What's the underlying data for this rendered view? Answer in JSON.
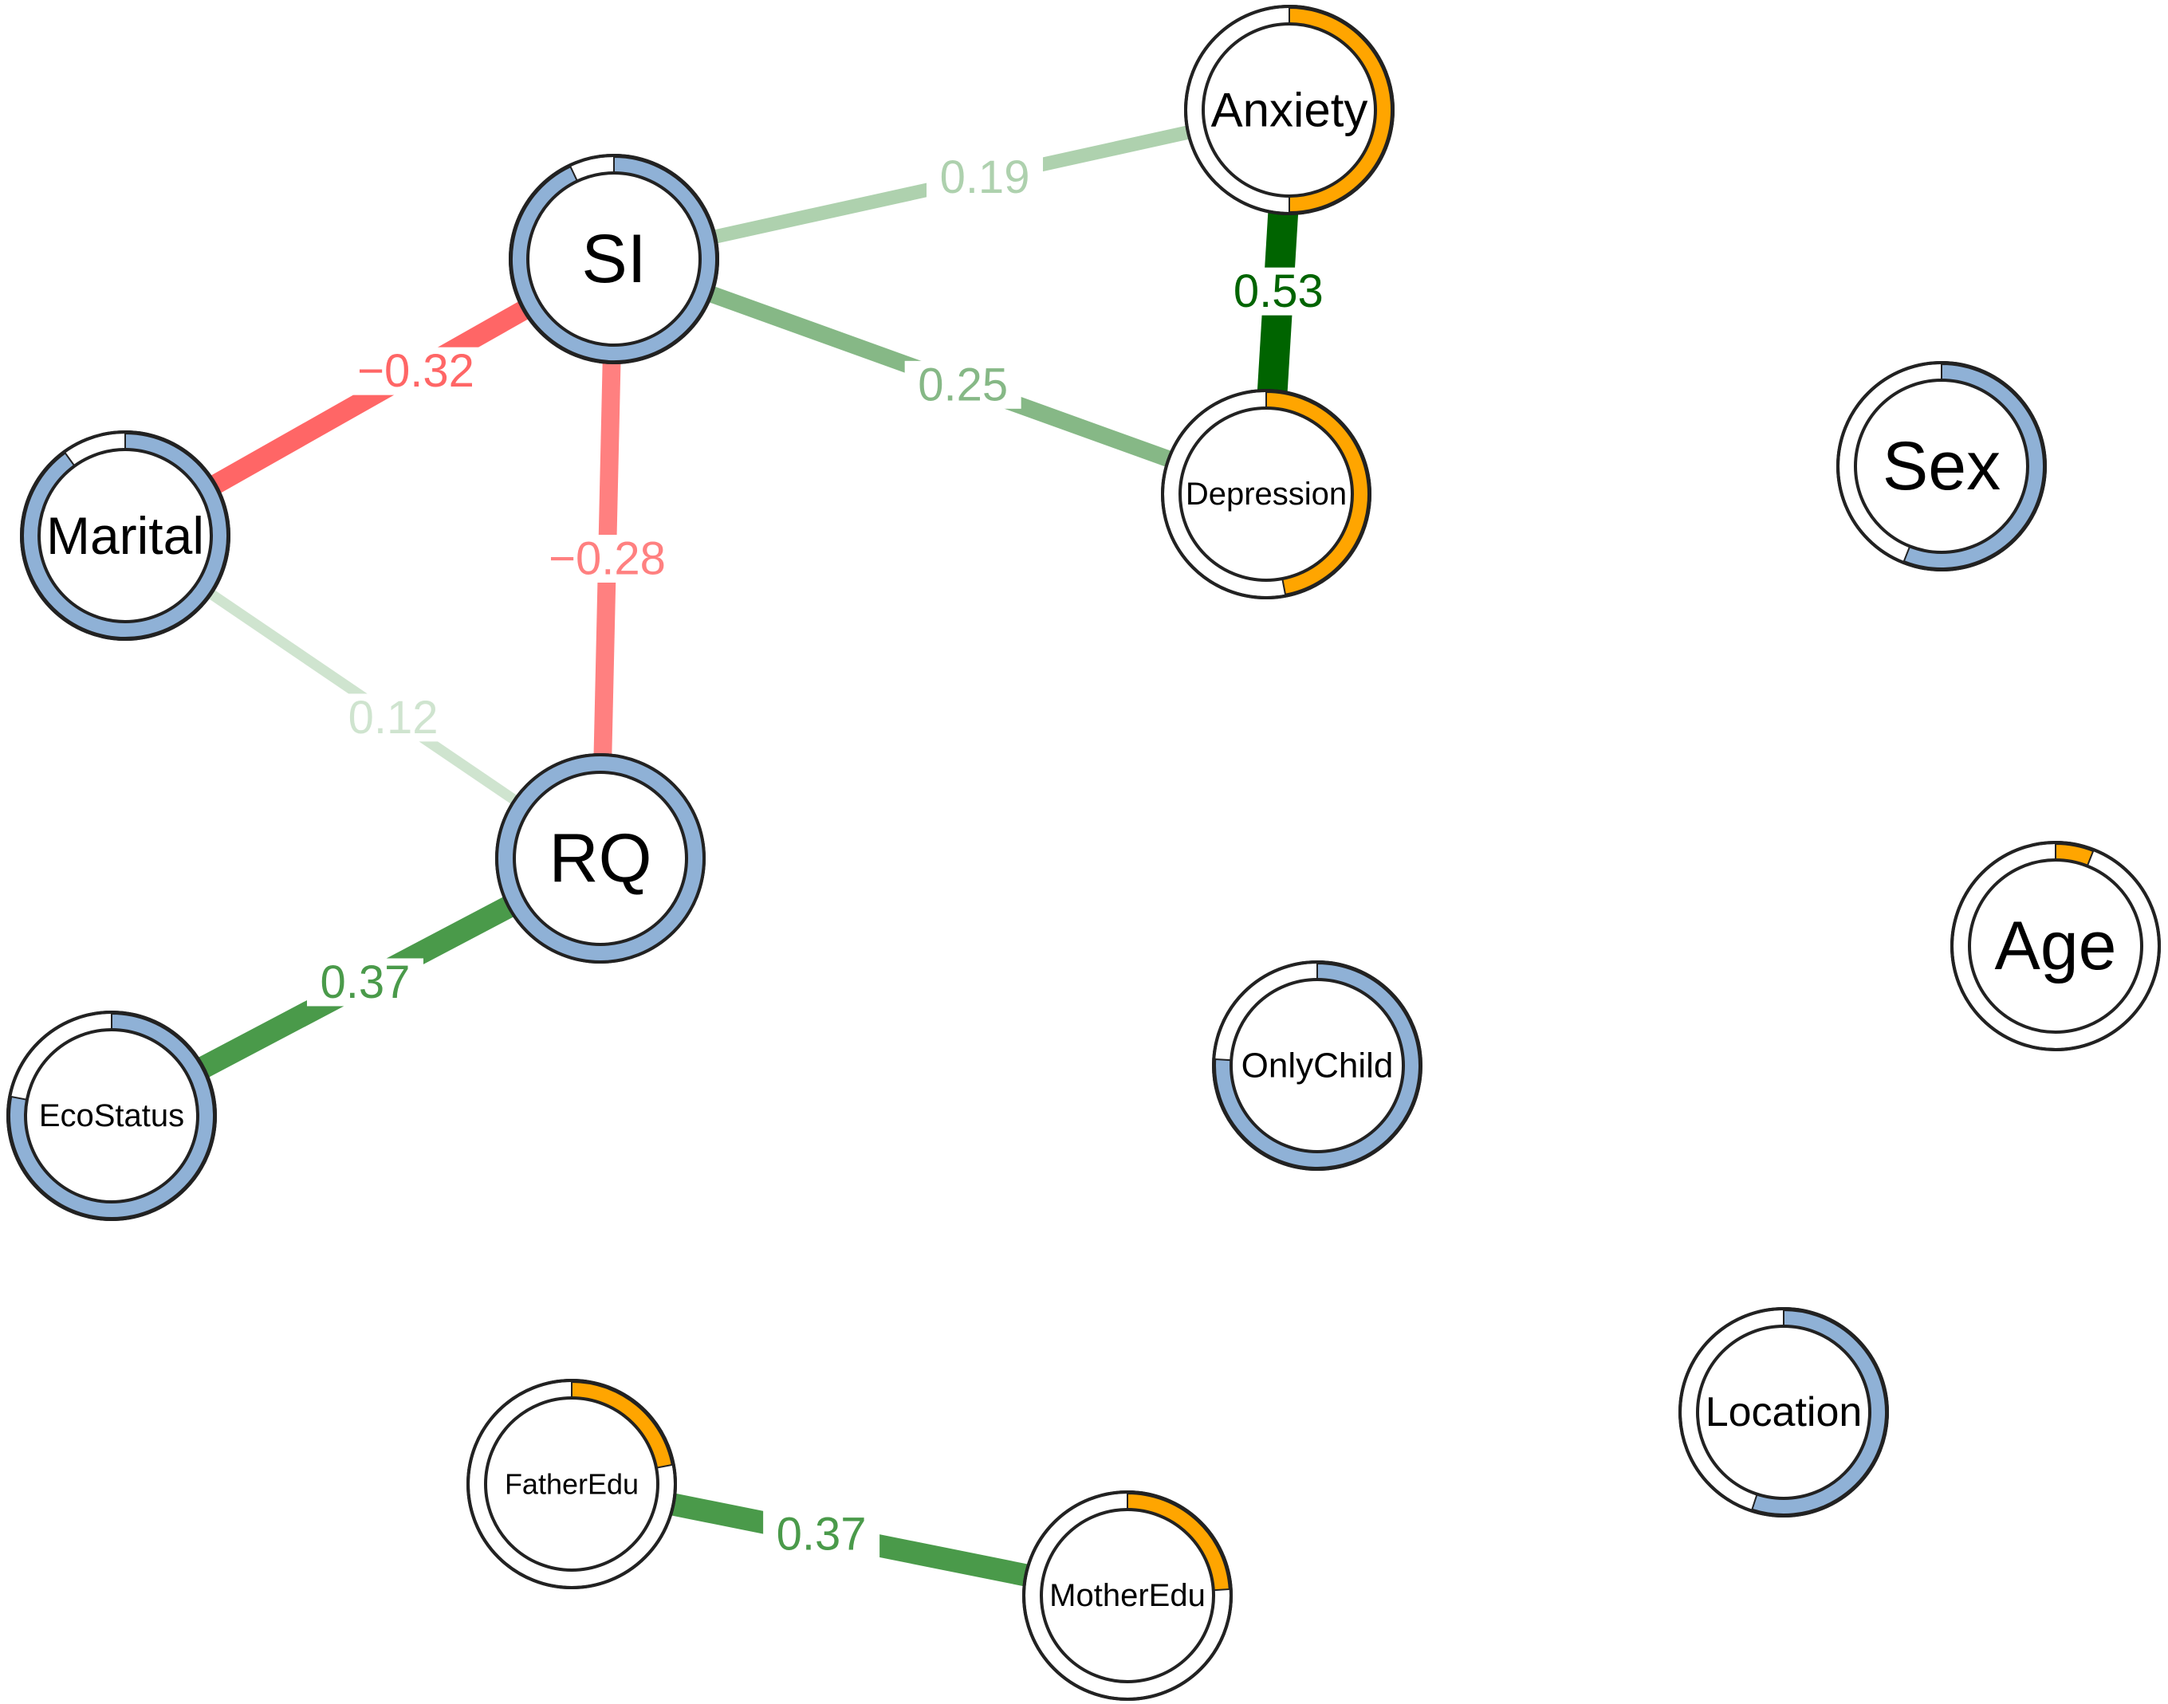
{
  "colors": {
    "positive_strong": "#006400",
    "positive_mid": "#4a9a4a",
    "positive_light": "#86b886",
    "positive_faint": "#aed1ae",
    "positive_faintest": "#cfe4cf",
    "negative_strong": "#ff6666",
    "negative_mid": "#ff8080",
    "ring_blue": "#8fb1d6",
    "ring_orange": "#ffa500",
    "ring_outline": "#222222"
  },
  "nodes": [
    {
      "id": "SI",
      "label": "SI",
      "ring_color": "ring_blue",
      "ring_fraction": 0.93
    },
    {
      "id": "Anxiety",
      "label": "Anxiety",
      "ring_color": "ring_orange",
      "ring_fraction": 0.5
    },
    {
      "id": "Depression",
      "label": "Depression",
      "ring_color": "ring_orange",
      "ring_fraction": 0.47
    },
    {
      "id": "Marital",
      "label": "Marital",
      "ring_color": "ring_blue",
      "ring_fraction": 0.9
    },
    {
      "id": "RQ",
      "label": "RQ",
      "ring_color": "ring_blue",
      "ring_fraction": 1.0
    },
    {
      "id": "EcoStatus",
      "label": "EcoStatus",
      "ring_color": "ring_blue",
      "ring_fraction": 0.78
    },
    {
      "id": "Sex",
      "label": "Sex",
      "ring_color": "ring_blue",
      "ring_fraction": 0.56
    },
    {
      "id": "Age",
      "label": "Age",
      "ring_color": "ring_orange",
      "ring_fraction": 0.06
    },
    {
      "id": "OnlyChild",
      "label": "OnlyChild",
      "ring_color": "ring_blue",
      "ring_fraction": 0.76
    },
    {
      "id": "Location",
      "label": "Location",
      "ring_color": "ring_blue",
      "ring_fraction": 0.55
    },
    {
      "id": "FatherEdu",
      "label": "FatherEdu",
      "ring_color": "ring_orange",
      "ring_fraction": 0.22
    },
    {
      "id": "MotherEdu",
      "label": "MotherEdu",
      "ring_color": "ring_orange",
      "ring_fraction": 0.24
    }
  ],
  "edges": [
    {
      "from": "Anxiety",
      "to": "Depression",
      "weight": 0.53,
      "label": "0.53",
      "color": "positive_strong"
    },
    {
      "from": "SI",
      "to": "Marital",
      "weight": -0.32,
      "label": "−0.32",
      "color": "negative_strong"
    },
    {
      "from": "SI",
      "to": "RQ",
      "weight": -0.28,
      "label": "−0.28",
      "color": "negative_mid"
    },
    {
      "from": "SI",
      "to": "Depression",
      "weight": 0.25,
      "label": "0.25",
      "color": "positive_light"
    },
    {
      "from": "SI",
      "to": "Anxiety",
      "weight": 0.19,
      "label": "0.19",
      "color": "positive_faint"
    },
    {
      "from": "Marital",
      "to": "RQ",
      "weight": 0.12,
      "label": "0.12",
      "color": "positive_faintest"
    },
    {
      "from": "RQ",
      "to": "EcoStatus",
      "weight": 0.37,
      "label": "0.37",
      "color": "positive_mid"
    },
    {
      "from": "FatherEdu",
      "to": "MotherEdu",
      "weight": 0.37,
      "label": "0.37",
      "color": "positive_mid"
    }
  ]
}
